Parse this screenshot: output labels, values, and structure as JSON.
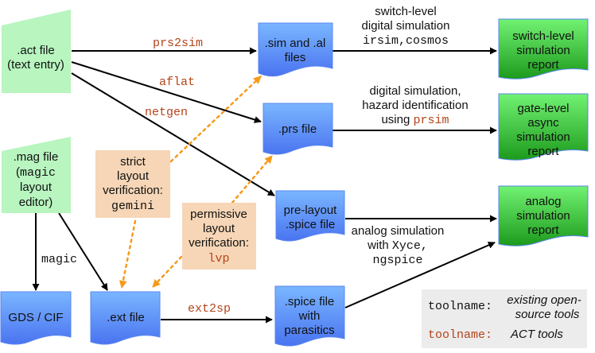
{
  "colors": {
    "source": "#b8f5bf",
    "file_top": "#7ab6ff",
    "file_bottom": "#4a78f0",
    "report_top": "#6ef06e",
    "report_bottom": "#1a9a1a",
    "verify": "#f6d6b6",
    "act_tool": "#b5441a",
    "dotted": "#f59a1a",
    "legend_bg": "#ececec"
  },
  "sources": {
    "act": {
      "line1": ".act file",
      "line2": "(text entry)"
    },
    "mag": {
      "line1": ".mag file",
      "line2_prefix": "(",
      "line2_mono": "magic",
      "line3": "layout",
      "line4": "editor)"
    }
  },
  "files": {
    "sim": {
      "line1": ".sim and .al",
      "line2": "files"
    },
    "prs": {
      "line1": ".prs file"
    },
    "prespice": {
      "line1": "pre-layout",
      "line2": ".spice file"
    },
    "gds": {
      "line1": "GDS / CIF"
    },
    "ext": {
      "line1": ".ext file"
    },
    "spice_parasitics": {
      "line1": ".spice file",
      "line2": "with",
      "line3": "parasitics"
    }
  },
  "reports": {
    "switch": {
      "line1": "switch-level",
      "line2": "simulation",
      "line3": "report"
    },
    "gate": {
      "line1": "gate-level",
      "line2": "async",
      "line3": "simulation",
      "line4": "report"
    },
    "analog": {
      "line1": "analog",
      "line2": "simulation",
      "line3": "report"
    }
  },
  "edge_labels": {
    "prs2sim": "prs2sim",
    "aflat": "aflat",
    "netgen": "netgen",
    "magic": "magic",
    "ext2sp": "ext2sp"
  },
  "annotations": {
    "switch": {
      "line1": "switch-level",
      "line2": "digital simulation",
      "line3": "irsim,cosmos"
    },
    "digital": {
      "line1": "digital simulation,",
      "line2": "hazard identification",
      "line3_prefix": "using ",
      "line3_tool": "prsim"
    },
    "analog": {
      "line1": "analog simulation",
      "line2_prefix": "with ",
      "line2_tool": "Xyce,",
      "line3": "ngspice"
    }
  },
  "verification": {
    "strict": {
      "line1": "strict",
      "line2": "layout",
      "line3": "verification:",
      "tool": "gemini"
    },
    "permissive": {
      "line1": "permissive",
      "line2": "layout",
      "line3": "verification:",
      "tool": "lvp"
    }
  },
  "legend": {
    "existing_tool": "toolname:",
    "existing_desc1": "existing open-",
    "existing_desc2": "source tools",
    "act_tool": "toolname:",
    "act_desc": "ACT tools"
  }
}
